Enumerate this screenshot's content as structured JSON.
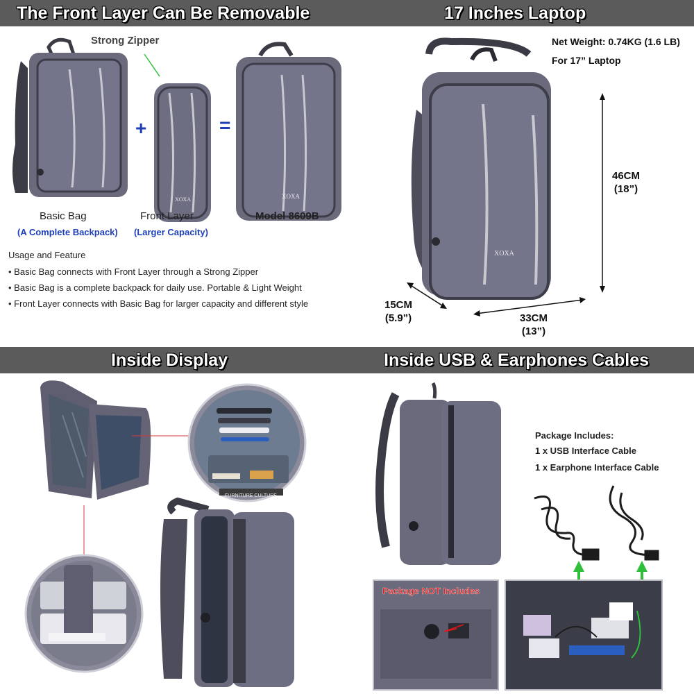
{
  "banners": {
    "top_left": "The Front Layer Can Be Removable",
    "top_right": "17 Inches Laptop",
    "bottom_left": "Inside Display",
    "bottom_right": "Inside USB & Earphones Cables"
  },
  "removable": {
    "zipper_label": "Strong Zipper",
    "plus": "+",
    "equals": "=",
    "basic_bag": {
      "title": "Basic Bag",
      "subtitle": "(A Complete Backpack)"
    },
    "front_layer": {
      "title": "Front Layer",
      "subtitle": "(Larger Capacity)"
    },
    "model": {
      "title": "Model 8609B"
    },
    "brand": "XOXA",
    "usage_title": "Usage and Feature",
    "bullets": [
      "• Basic Bag connects with Front Layer through a Strong Zipper",
      "• Basic Bag is a complete backpack for daily use. Portable & Light Weight",
      "• Front Layer connects with Basic Bag for larger capacity and different style"
    ]
  },
  "laptop": {
    "net_weight": "Net Weight: 0.74KG (1.6 LB)",
    "for_laptop": "For 17” Laptop",
    "height_cm": "46CM",
    "height_in": "(18”)",
    "depth_cm": "15CM",
    "depth_in": "(5.9”)",
    "width_cm": "33CM",
    "width_in": "(13”)",
    "brand": "XOXA"
  },
  "inside_display": {
    "book_text": "FURNITURE CULTURE"
  },
  "cables": {
    "package_includes": "Package Includes:",
    "item_usb": "1 x USB Interface Cable",
    "item_earphone": "1 x Earphone Interface Cable",
    "not_includes": "Package NOT Includes"
  },
  "colors": {
    "banner_bg": "#5b5b5b",
    "bag_fabric": "#6a6a7c",
    "bag_dark": "#4a4a58",
    "reflective": "#c8c8d0",
    "blue_text": "#1f3fb8",
    "green_arrow": "#2fbf3a",
    "red_text": "#e01818"
  }
}
